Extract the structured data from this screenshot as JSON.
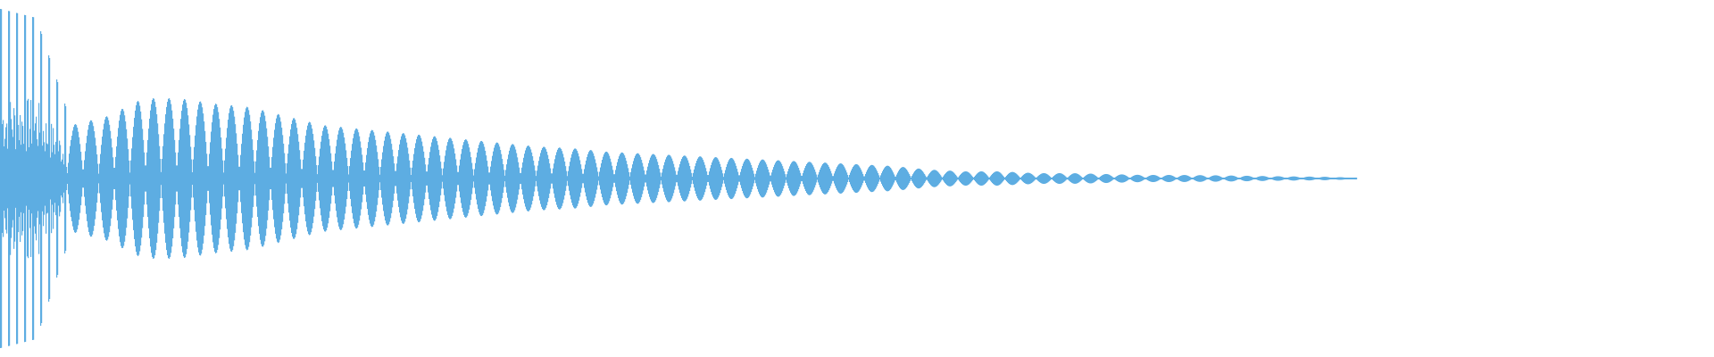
{
  "chart_data": {
    "type": "area",
    "description_kind": "audio-waveform",
    "color": "#5dade2",
    "amplitude_range": [
      -1,
      1
    ],
    "grid": false,
    "legend": "none",
    "envelope_amplitude": [
      0.95,
      0.9,
      0.3,
      0.35,
      0.45,
      0.45,
      0.42,
      0.4,
      0.35,
      0.3,
      0.28,
      0.26,
      0.24,
      0.22,
      0.2,
      0.18,
      0.17,
      0.15,
      0.14,
      0.13,
      0.12,
      0.11,
      0.1,
      0.09,
      0.08,
      0.07,
      0.05,
      0.04,
      0.04,
      0.03,
      0.03,
      0.025,
      0.02,
      0.02,
      0.018,
      0.015,
      0.012,
      0.01,
      0.005
    ]
  }
}
